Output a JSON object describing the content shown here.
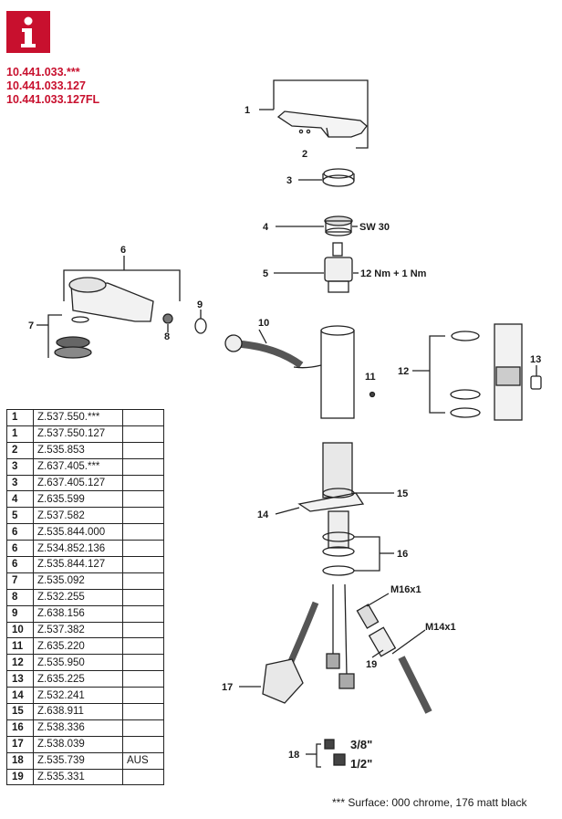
{
  "header": {
    "info_icon": "info-icon",
    "accent_color": "#c8102e",
    "models": [
      "10.441.033.***",
      "10.441.033.127",
      "10.441.033.127FL"
    ]
  },
  "callouts": {
    "c1": "1",
    "c2": "2",
    "c3": "3",
    "c4": "4",
    "c5": "5",
    "c6": "6",
    "c7": "7",
    "c8": "8",
    "c9": "9",
    "c10": "10",
    "c11": "11",
    "c12": "12",
    "c13": "13",
    "c14": "14",
    "c15": "15",
    "c16": "16",
    "c17": "17",
    "c18": "18",
    "c19": "19"
  },
  "annotations": {
    "sw": "SW 30",
    "torque": "12 Nm + 1 Nm",
    "m16": "M16x1",
    "m14": "M14x1",
    "thread_38": "3/8\"",
    "thread_12": "1/2\""
  },
  "parts": [
    {
      "pos": "1",
      "number": "Z.537.550.***",
      "note": ""
    },
    {
      "pos": "1",
      "number": "Z.537.550.127",
      "note": ""
    },
    {
      "pos": "2",
      "number": "Z.535.853",
      "note": ""
    },
    {
      "pos": "3",
      "number": "Z.637.405.***",
      "note": ""
    },
    {
      "pos": "3",
      "number": "Z.637.405.127",
      "note": ""
    },
    {
      "pos": "4",
      "number": "Z.635.599",
      "note": ""
    },
    {
      "pos": "5",
      "number": "Z.537.582",
      "note": ""
    },
    {
      "pos": "6",
      "number": "Z.535.844.000",
      "note": ""
    },
    {
      "pos": "6",
      "number": "Z.534.852.136",
      "note": ""
    },
    {
      "pos": "6",
      "number": "Z.535.844.127",
      "note": ""
    },
    {
      "pos": "7",
      "number": "Z.535.092",
      "note": ""
    },
    {
      "pos": "8",
      "number": "Z.532.255",
      "note": ""
    },
    {
      "pos": "9",
      "number": "Z.638.156",
      "note": ""
    },
    {
      "pos": "10",
      "number": "Z.537.382",
      "note": ""
    },
    {
      "pos": "11",
      "number": "Z.635.220",
      "note": ""
    },
    {
      "pos": "12",
      "number": "Z.535.950",
      "note": ""
    },
    {
      "pos": "13",
      "number": "Z.635.225",
      "note": ""
    },
    {
      "pos": "14",
      "number": "Z.532.241",
      "note": ""
    },
    {
      "pos": "15",
      "number": "Z.638.911",
      "note": ""
    },
    {
      "pos": "16",
      "number": "Z.538.336",
      "note": ""
    },
    {
      "pos": "17",
      "number": "Z.538.039",
      "note": ""
    },
    {
      "pos": "18",
      "number": "Z.535.739",
      "note": "AUS"
    },
    {
      "pos": "19",
      "number": "Z.535.331",
      "note": ""
    }
  ],
  "footnote": "*** Surface: 000 chrome, 176 matt black"
}
